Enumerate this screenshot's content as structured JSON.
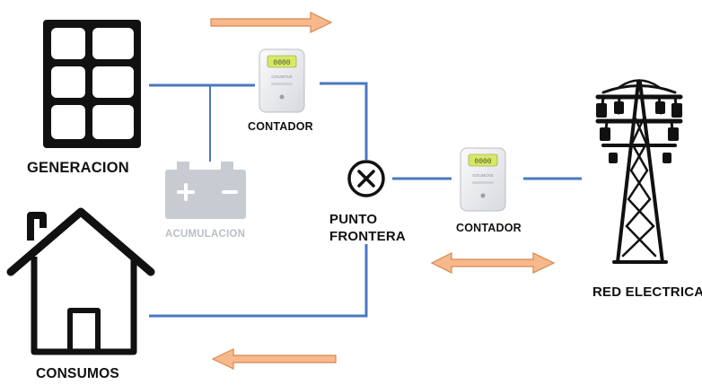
{
  "labels": {
    "generacion": "GENERACION",
    "contador_top": "CONTADOR",
    "acumulacion": "ACUMULACION",
    "punto_line1": "PUNTO",
    "punto_line2": "FRONTERA",
    "contador_right": "CONTADOR",
    "red_electrica": "RED ELECTRICA",
    "consumos": "CONSUMOS"
  },
  "meter_screen_text": "GOUMOVE",
  "colors": {
    "line": "#4a78c2",
    "arrow_fill": "#f7b98c",
    "arrow_stroke": "#d8884f",
    "icon": "#111111",
    "battery": "#c8ccd2",
    "acumulacion_text": "#b9bec5",
    "meter_screen": "#d7e866"
  }
}
